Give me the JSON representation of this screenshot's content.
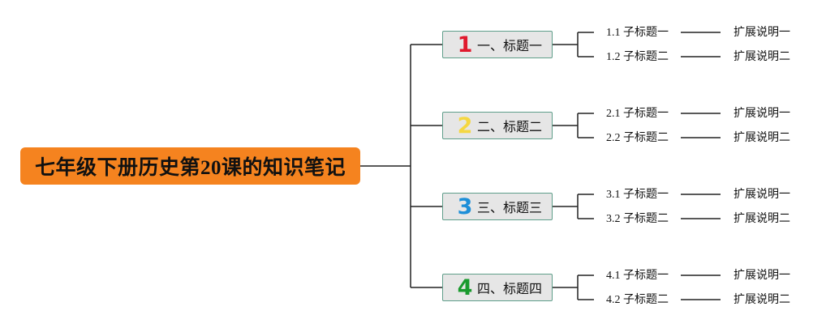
{
  "root": {
    "title": "七年级下册历史第20课的知识笔记"
  },
  "colors": {
    "root_fill": "#f5831f",
    "branch_fill": "#e6e6e6",
    "branch_border": "#5f9e8a",
    "line": "#222222"
  },
  "branches": [
    {
      "number": "1",
      "number_color": "#e0192d",
      "label": "一、标题一",
      "subs": [
        {
          "label": "1.1 子标题一",
          "extension": "扩展说明一"
        },
        {
          "label": "1.2 子标题二",
          "extension": "扩展说明二"
        }
      ]
    },
    {
      "number": "2",
      "number_color": "#f5d742",
      "label": "二、标题二",
      "subs": [
        {
          "label": "2.1 子标题一",
          "extension": "扩展说明一"
        },
        {
          "label": "2.2 子标题二",
          "extension": "扩展说明二"
        }
      ]
    },
    {
      "number": "3",
      "number_color": "#1e8fd8",
      "label": "三、标题三",
      "subs": [
        {
          "label": "3.1 子标题一",
          "extension": "扩展说明一"
        },
        {
          "label": "3.2 子标题二",
          "extension": "扩展说明二"
        }
      ]
    },
    {
      "number": "4",
      "number_color": "#1a9a2e",
      "label": "四、标题四",
      "subs": [
        {
          "label": "4.1 子标题一",
          "extension": "扩展说明一"
        },
        {
          "label": "4.2 子标题二",
          "extension": "扩展说明二"
        }
      ]
    }
  ]
}
